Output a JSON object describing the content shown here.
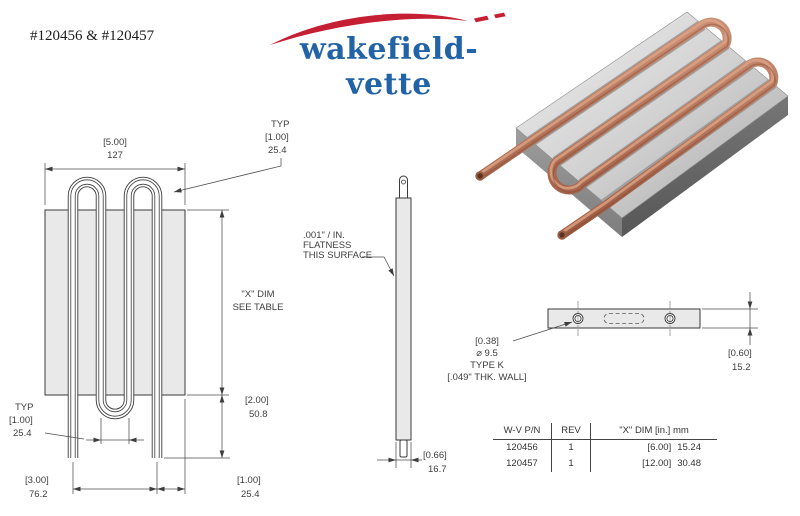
{
  "header": {
    "part_numbers": "#120456 & #120457",
    "brand": "wakefield-vette",
    "brand_color": "#2263a8",
    "swoosh_color": "#c41f33"
  },
  "front_view": {
    "width_in": "[5.00]",
    "width_mm": "127",
    "typ_top": {
      "label": "TYP",
      "inch": "[1.00]",
      "mm": "25.4"
    },
    "x_dim": {
      "line1": "\"X\" DIM",
      "line2": "SEE TABLE"
    },
    "ext_below_in": "[2.00]",
    "ext_below_mm": "50.8",
    "typ_left": {
      "label": "TYP",
      "inch": "[1.00]",
      "mm": "25.4"
    },
    "end_span_in": "[3.00]",
    "end_span_mm": "76.2",
    "edge_offset_in": "[1.00]",
    "edge_offset_mm": "25.4"
  },
  "side_view": {
    "flatness_note": {
      "line1": ".001\" / IN.",
      "line2": "FLATNESS",
      "line3": "THIS SURFACE"
    },
    "thickness_in": "[0.66]",
    "thickness_mm": "16.7"
  },
  "top_view": {
    "tube_note": {
      "line1": "[0.38]",
      "line2": "⌀ 9.5",
      "line3": "TYPE K",
      "line4": "[.049\" THK. WALL]"
    },
    "height_in": "[0.60]",
    "height_mm": "15.2"
  },
  "table": {
    "headers": {
      "pn": "W-V P/N",
      "rev": "REV",
      "xdim": "\"X\" DIM [in.] mm"
    },
    "rows": [
      {
        "pn": "120456",
        "rev": "1",
        "xdim_in": "[6.00]",
        "xdim_mm": "15.24"
      },
      {
        "pn": "120457",
        "rev": "1",
        "xdim_in": "[12.00]",
        "xdim_mm": "30.48"
      }
    ]
  },
  "render": {
    "plate_color": "#c9c9c9",
    "tube_color": "#b5755a"
  }
}
